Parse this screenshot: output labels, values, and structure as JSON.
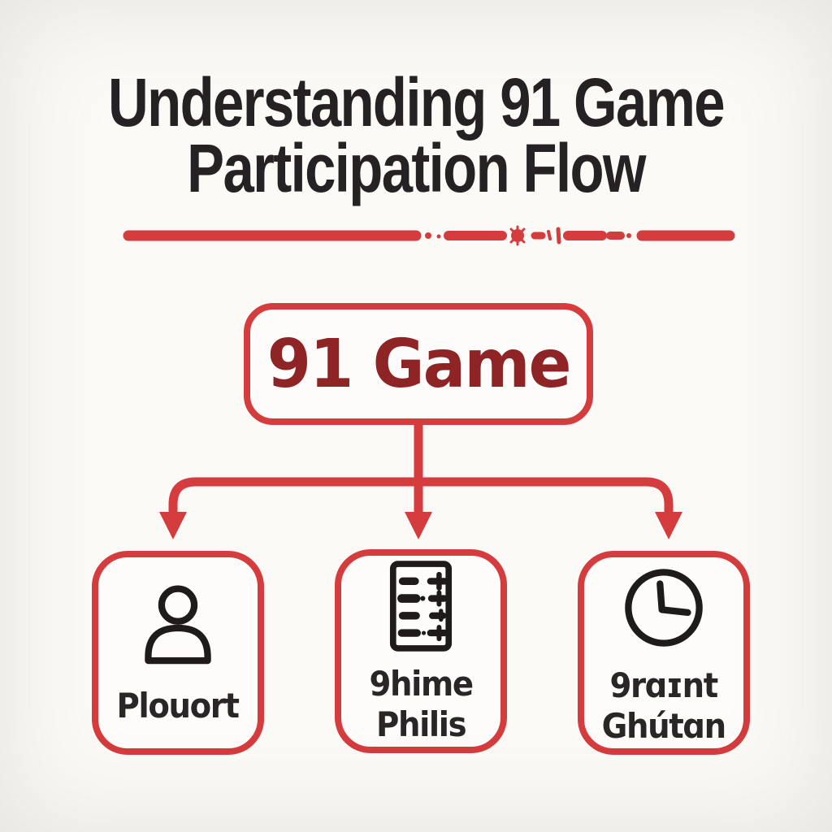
{
  "title": {
    "line1": "Understanding 91 Game",
    "line2": "Participation Flow"
  },
  "flowchart": {
    "root_label": "91 Game",
    "children": [
      {
        "icon": "person-icon",
        "label_lines": [
          "Plouort"
        ]
      },
      {
        "icon": "document-list-icon",
        "label_lines": [
          "9hime",
          "Philis"
        ]
      },
      {
        "icon": "clock-icon",
        "label_lines": [
          "9rɑɪnt",
          "Ghútɑn"
        ]
      }
    ]
  },
  "colors": {
    "background": "#fbfaf7",
    "accent_red": "#d43c3e",
    "dark_red": "#8e2425",
    "ink_black": "#262223"
  }
}
